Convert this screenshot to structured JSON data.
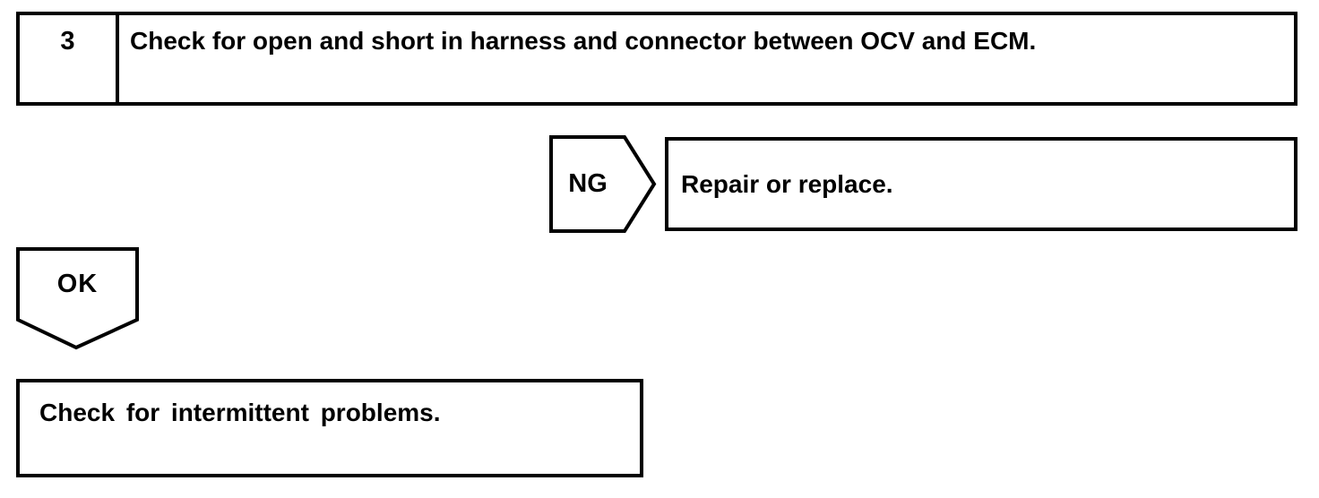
{
  "colors": {
    "line": "#000000",
    "background": "#ffffff",
    "text": "#000000"
  },
  "flowchart": {
    "step": {
      "number": "3",
      "instruction": "Check for open and short in harness and connector between OCV and ECM."
    },
    "ng_branch": {
      "label": "NG",
      "action": "Repair or replace."
    },
    "ok_branch": {
      "label": "OK",
      "action": "Check for intermittent problems."
    }
  }
}
